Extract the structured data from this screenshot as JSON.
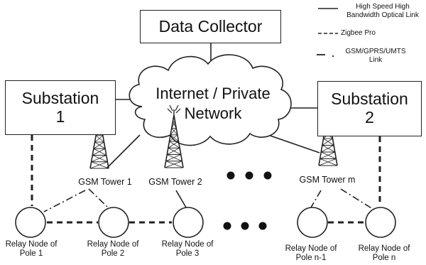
{
  "data_collector": {
    "label": "Data Collector"
  },
  "cloud": {
    "line1": "Internet / Private",
    "line2": "Network"
  },
  "substations": [
    {
      "line1": "Substation",
      "line2": "1"
    },
    {
      "line1": "Substation",
      "line2": "2"
    }
  ],
  "towers": [
    {
      "label": "GSM Tower 1"
    },
    {
      "label": "GSM Tower 2"
    },
    {
      "label": "GSM Tower m"
    }
  ],
  "relay_nodes": [
    {
      "line1": "Relay Node of",
      "line2": "Pole 1"
    },
    {
      "line1": "Relay Node of",
      "line2": "Pole 2"
    },
    {
      "line1": "Relay Node of",
      "line2": "Pole 3"
    },
    {
      "line1": "Relay Node of",
      "line2": "Pole n-1"
    },
    {
      "line1": "Relay Node of",
      "line2": "Pole n"
    }
  ],
  "legend": [
    {
      "style": "solid",
      "line1": "High Speed High",
      "line2": "Bandwidth Optical Link"
    },
    {
      "style": "dashed",
      "line1": "Zigbee Pro",
      "line2": ""
    },
    {
      "style": "dash-dot",
      "line1": "GSM/GPRS/UMTS",
      "line2": "Link"
    }
  ],
  "colors": {
    "stroke": "#222222",
    "background": "#ffffff"
  }
}
